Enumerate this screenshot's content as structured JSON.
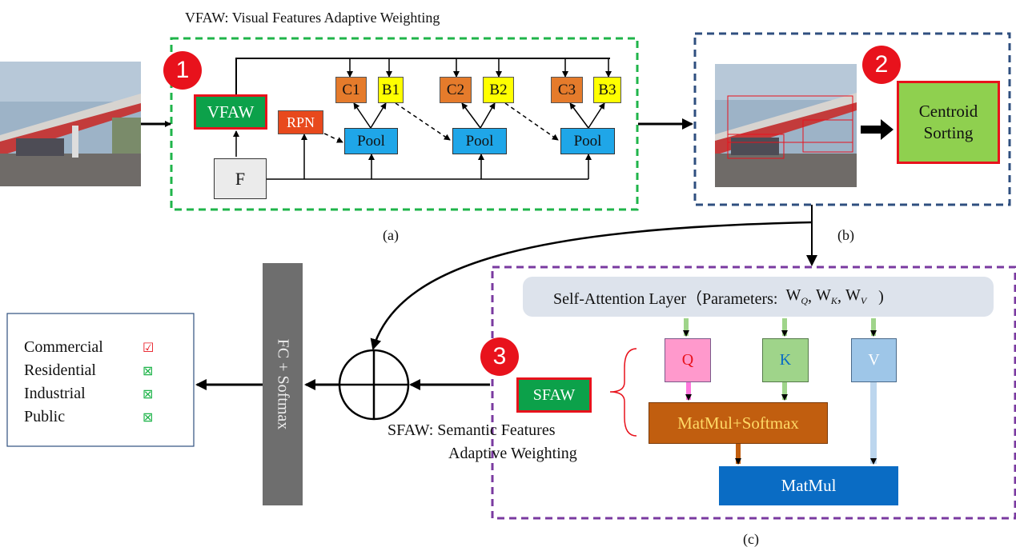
{
  "panel_a": {
    "title": "VFAW: Visual Features Adaptive Weighting",
    "caption": "(a)",
    "badge": "1",
    "vfaw_label": "VFAW",
    "rpn_label": "RPN",
    "f_label": "F",
    "pool_label": "Pool",
    "c1": "C1",
    "b1": "B1",
    "c2": "C2",
    "b2": "B2",
    "c3": "C3",
    "b3": "B3"
  },
  "panel_b": {
    "caption": "(b)",
    "badge": "2",
    "centroid_label": "Centroid\nSorting"
  },
  "panel_c": {
    "caption": "(c)",
    "badge": "3",
    "attention_label": "Self-Attention Layer（Parameters:",
    "wq": "W",
    "q_sub": "Q",
    "wk": "W",
    "k_sub": "K",
    "wv": "W",
    "v_sub": "V",
    "q_label": "Q",
    "k_label": "K",
    "v_label": "V",
    "sfaw_label": "SFAW",
    "matmul_softmax": "MatMul+Softmax",
    "matmul": "MatMul",
    "sfaw_desc_1": "SFAW: Semantic Features",
    "sfaw_desc_2": "Adaptive Weighting"
  },
  "fc_label": "FC + Softmax",
  "outputs": [
    {
      "label": "Commercial",
      "mark": "☑",
      "status": "checked"
    },
    {
      "label": "Residential",
      "mark": "⊠",
      "status": "crossed"
    },
    {
      "label": "Industrial",
      "mark": "⊠",
      "status": "crossed"
    },
    {
      "label": "Public",
      "mark": "⊠",
      "status": "crossed"
    }
  ],
  "colors": {
    "green_dash": "#1fb44a",
    "navy_dash": "#2f4f7f",
    "purple_dash": "#7a3aa0",
    "badge_red": "#e8121c",
    "vfaw_green": "#0ca14a",
    "rpn_red": "#e8491d",
    "c_orange": "#e57b2b",
    "b_yellow": "#ffff00",
    "pool_blue": "#1fa6e8",
    "centroid_green": "#8fd04f",
    "q_pink": "#ff99cc",
    "k_green": "#9fd48a",
    "v_blue": "#9ec6e8",
    "matmul_softmax": "#c15e0f",
    "matmul_blue": "#0a6cc4",
    "fc_gray": "#6e6e6e"
  }
}
